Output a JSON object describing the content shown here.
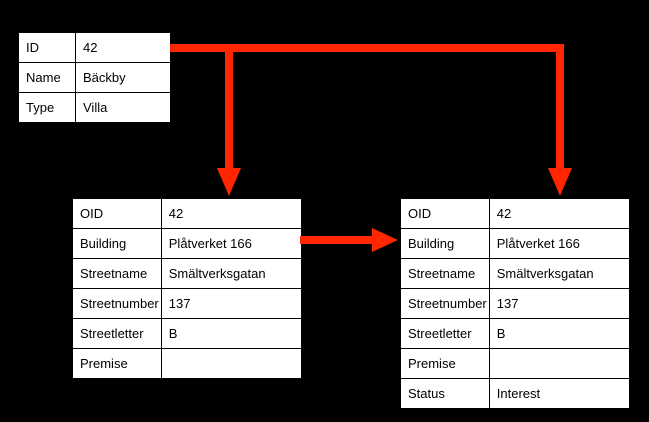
{
  "diagram": {
    "background_color": "#000000",
    "arrow_color": "#FF2600",
    "tables": [
      {
        "name": "house-record",
        "rows": [
          {
            "label": "ID",
            "value": "42"
          },
          {
            "label": "Name",
            "value": "Bäckby"
          },
          {
            "label": "Type",
            "value": "Villa"
          }
        ]
      },
      {
        "name": "address-record-left",
        "rows": [
          {
            "label": "OID",
            "value": "42"
          },
          {
            "label": "Building",
            "value": "Plåtverket 166"
          },
          {
            "label": "Streetname",
            "value": "Smältverksgatan"
          },
          {
            "label": "Streetnumber",
            "value": "137"
          },
          {
            "label": "Streetletter",
            "value": "B"
          },
          {
            "label": "Premise",
            "value": ""
          }
        ]
      },
      {
        "name": "address-record-right",
        "rows": [
          {
            "label": "OID",
            "value": "42"
          },
          {
            "label": "Building",
            "value": "Plåtverket 166"
          },
          {
            "label": "Streetname",
            "value": "Smältverksgatan"
          },
          {
            "label": "Streetnumber",
            "value": "137"
          },
          {
            "label": "Streetletter",
            "value": "B"
          },
          {
            "label": "Premise",
            "value": ""
          },
          {
            "label": "Status",
            "value": "Interest"
          }
        ]
      }
    ]
  }
}
